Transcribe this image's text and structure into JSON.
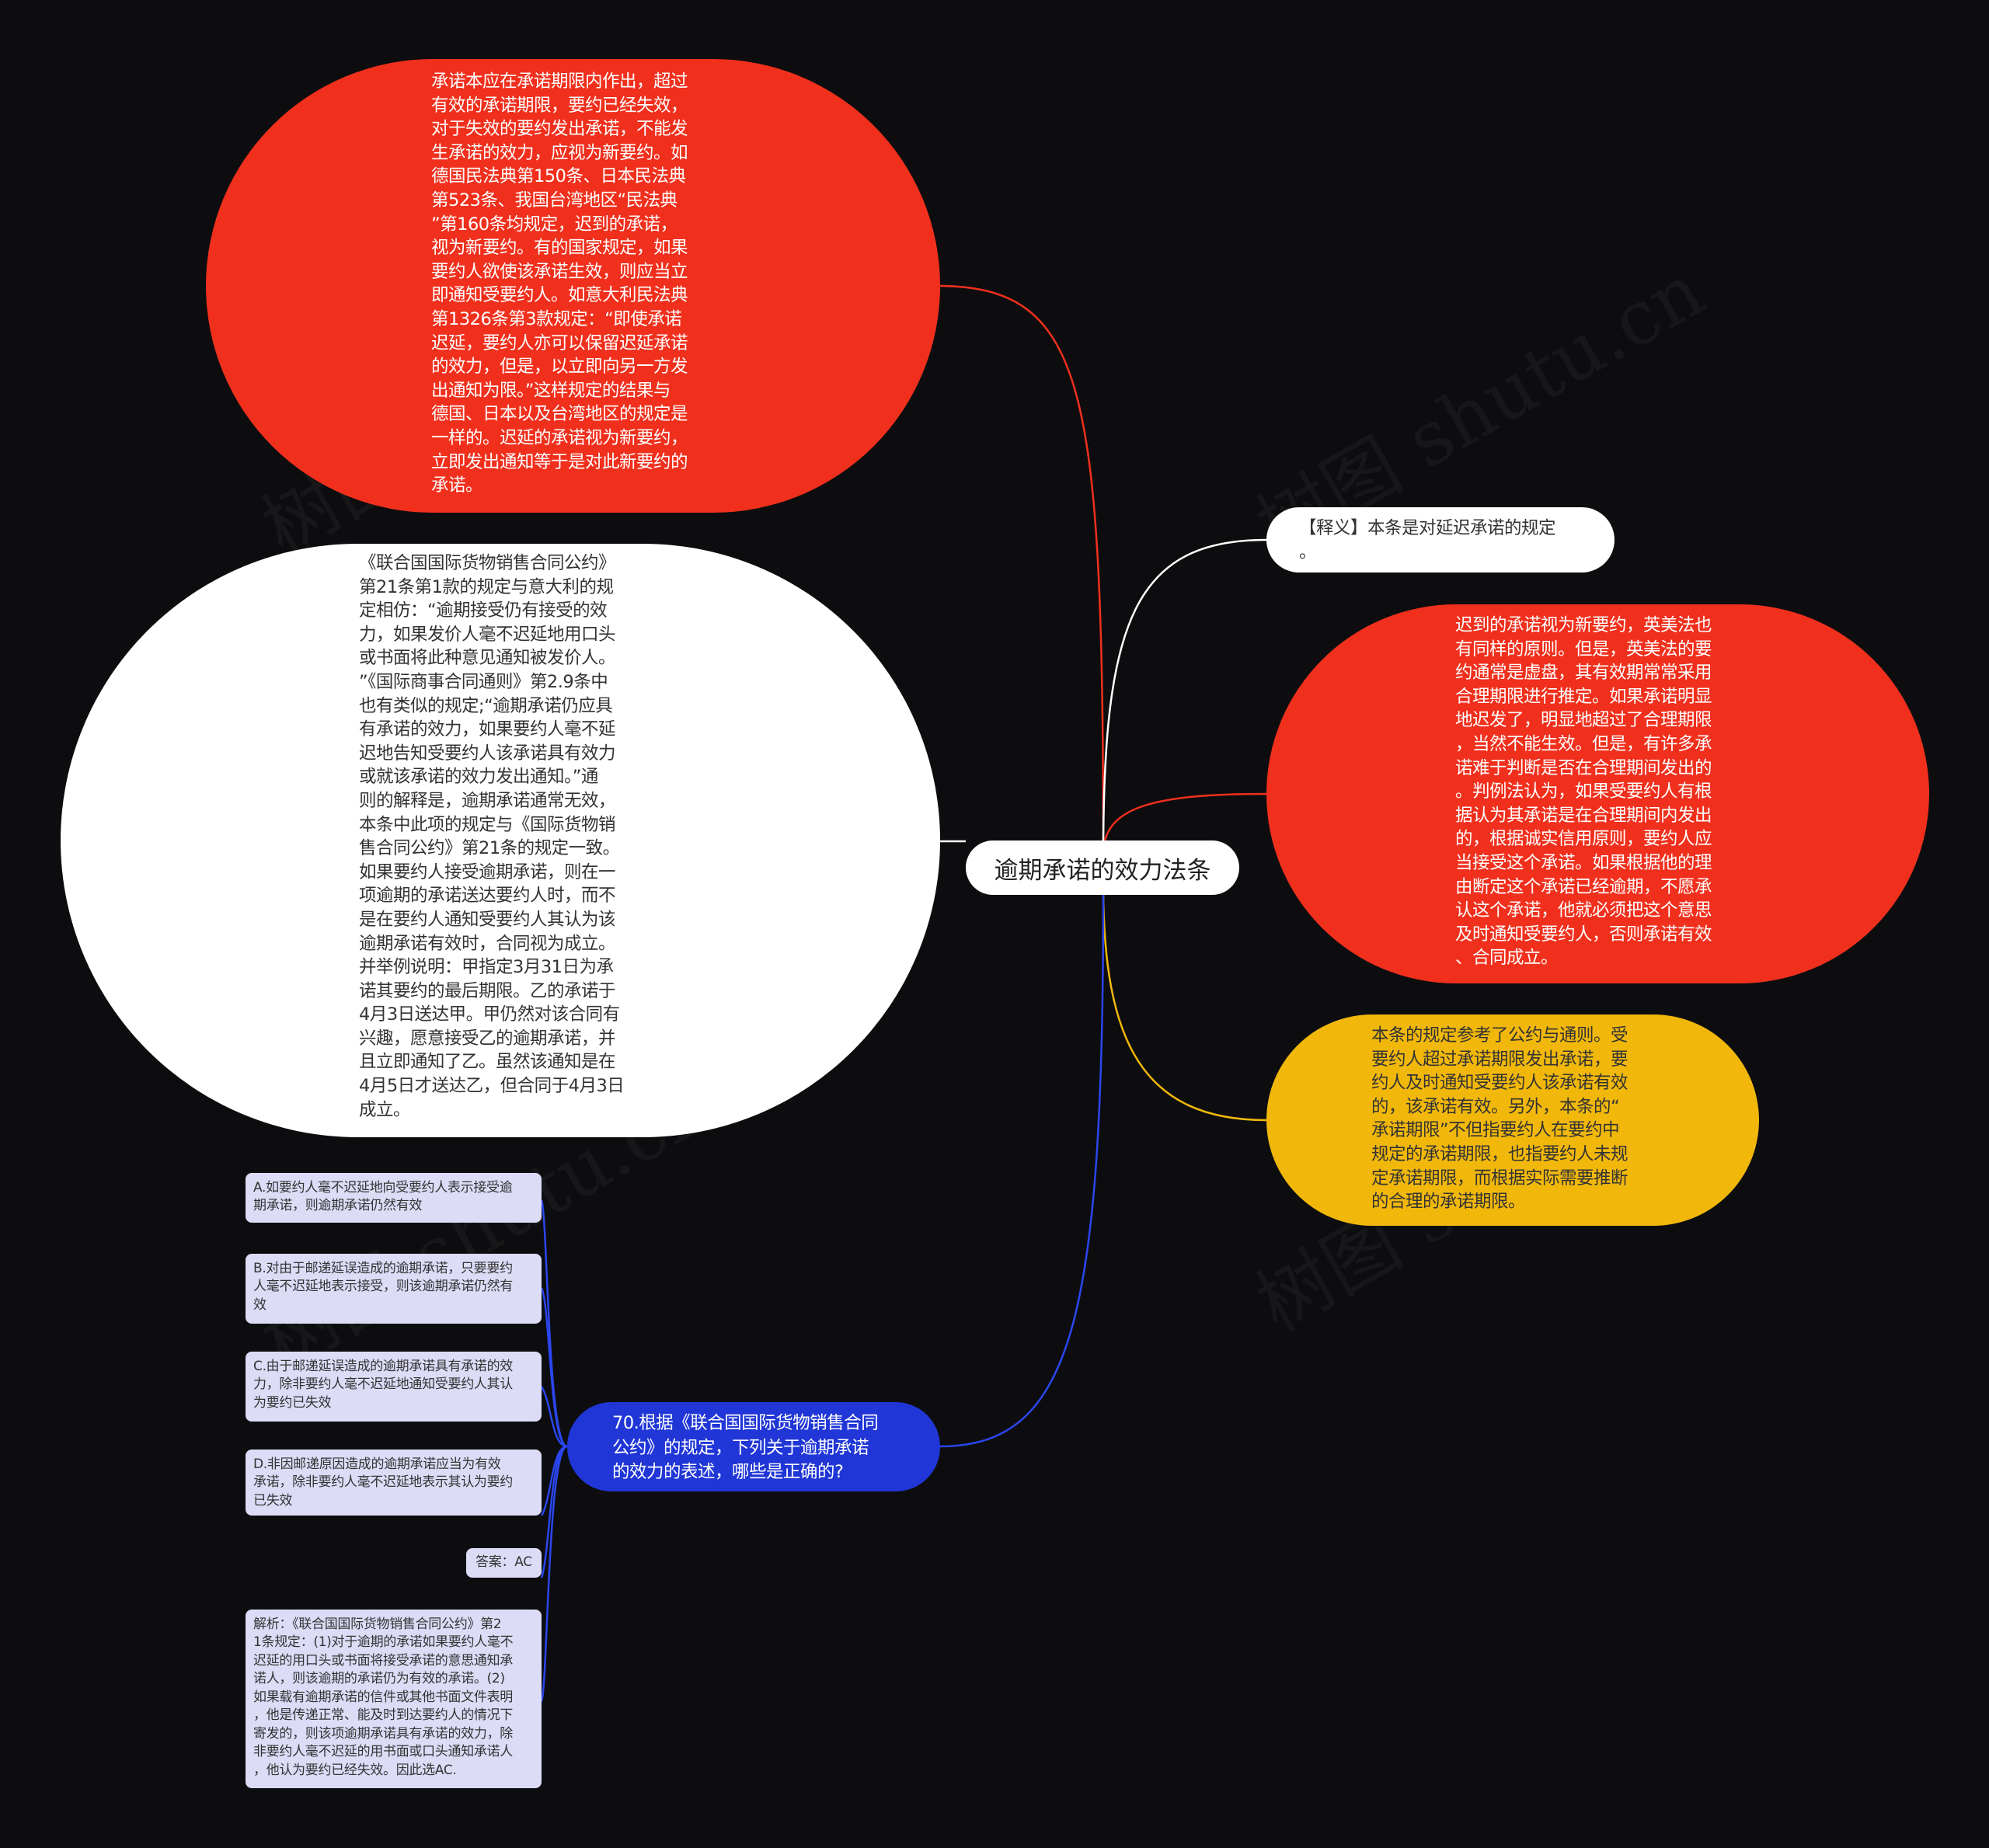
{
  "colors": {
    "background": "#0d0d0f",
    "red": "#f0301d",
    "yellow": "#f1b80b",
    "blue": "#2036d6",
    "option": "#dcdcf7"
  },
  "center": {
    "label": "逾期承诺的效力法条"
  },
  "nodes": {
    "red_top": "承诺本应在承诺期限内作出，超过\n有效的承诺期限，要约已经失效，\n对于失效的要约发出承诺，不能发\n生承诺的效力，应视为新要约。如\n德国民法典第150条、日本民法典\n第523条、我国台湾地区“民法典\n”第160条均规定，迟到的承诺，\n视为新要约。有的国家规定，如果\n要约人欲使该承诺生效，则应当立\n即通知受要约人。如意大利民法典\n第1326条第3款规定：“即使承诺\n迟延，要约人亦可以保留迟延承诺\n的效力，但是，以立即向另一方发\n出通知为限。”这样规定的结果与\n德国、日本以及台湾地区的规定是\n一样的。迟延的承诺视为新要约，\n立即发出通知等于是对此新要约的\n承诺。",
    "white_left": "《联合国国际货物销售合同公约》\n第21条第1款的规定与意大利的规\n定相仿：“逾期接受仍有接受的效\n力，如果发价人毫不迟延地用口头\n或书面将此种意见通知被发价人。\n”《国际商事合同通则》第2.9条中\n也有类似的规定;“逾期承诺仍应具\n有承诺的效力，如果要约人毫不延\n迟地告知受要约人该承诺具有效力\n或就该承诺的效力发出通知。”通\n则的解释是，逾期承诺通常无效，\n本条中此项的规定与《国际货物销\n售合同公约》第21条的规定一致。\n如果要约人接受逾期承诺，则在一\n项逾期的承诺送达要约人时，而不\n是在要约人通知受要约人其认为该\n逾期承诺有效时，合同视为成立。\n并举例说明：甲指定3月31日为承\n诺其要约的最后期限。乙的承诺于\n4月3日送达甲。甲仍然对该合同有\n兴趣，愿意接受乙的逾期承诺，并\n且立即通知了乙。虽然该通知是在\n4月5日才送达乙，但合同于4月3日\n成立。",
    "white_right": "【释义】本条是对延迟承诺的规定\n。",
    "red_right": "迟到的承诺视为新要约，英美法也\n有同样的原则。但是，英美法的要\n约通常是虚盘，其有效期常常采用\n合理期限进行推定。如果承诺明显\n地迟发了，明显地超过了合理期限\n，当然不能生效。但是，有许多承\n诺难于判断是否在合理期间发出的\n。判例法认为，如果受要约人有根\n据认为其承诺是在合理期间内发出\n的，根据诚实信用原则，要约人应\n当接受这个承诺。如果根据他的理\n由断定这个承诺已经逾期，不愿承\n认这个承诺，他就必须把这个意思\n及时通知受要约人，否则承诺有效\n、合同成立。",
    "yellow_right": "本条的规定参考了公约与通则。受\n要约人超过承诺期限发出承诺，要\n约人及时通知受要约人该承诺有效\n的，该承诺有效。另外，本条的“\n承诺期限”不但指要约人在要约中\n规定的承诺期限，也指要约人未规\n定承诺期限，而根据实际需要推断\n的合理的承诺期限。",
    "question": "70.根据《联合国国际货物销售合同\n公约》的规定，下列关于逾期承诺\n的效力的表述，哪些是正确的?"
  },
  "options": [
    "A.如要约人毫不迟延地向受要约人表示接受逾\n期承诺，则逾期承诺仍然有效",
    "B.对由于邮递延误造成的逾期承诺，只要要约\n人毫不迟延地表示接受，则该逾期承诺仍然有\n效",
    "C.由于邮递延误造成的逾期承诺具有承诺的效\n力，除非要约人毫不迟延地通知受要约人其认\n为要约已失效",
    "D.非因邮递原因造成的逾期承诺应当为有效\n承诺，除非要约人毫不迟延地表示其认为要约\n已失效",
    "答案：AC",
    "解析：《联合国国际货物销售合同公约》第2\n1条规定：(1)对于逾期的承诺如果要约人毫不\n迟延的用口头或书面将接受承诺的意思通知承\n诺人，则该逾期的承诺仍为有效的承诺。(2)\n如果载有逾期承诺的信件或其他书面文件表明\n，他是传递正常、能及时到达要约人的情况下\n寄发的，则该项逾期承诺具有承诺的效力，除\n非要约人毫不迟延的用书面或口头通知承诺人\n，他认为要约已经失效。因此选AC."
  ],
  "watermark": "树图 shutu.cn"
}
